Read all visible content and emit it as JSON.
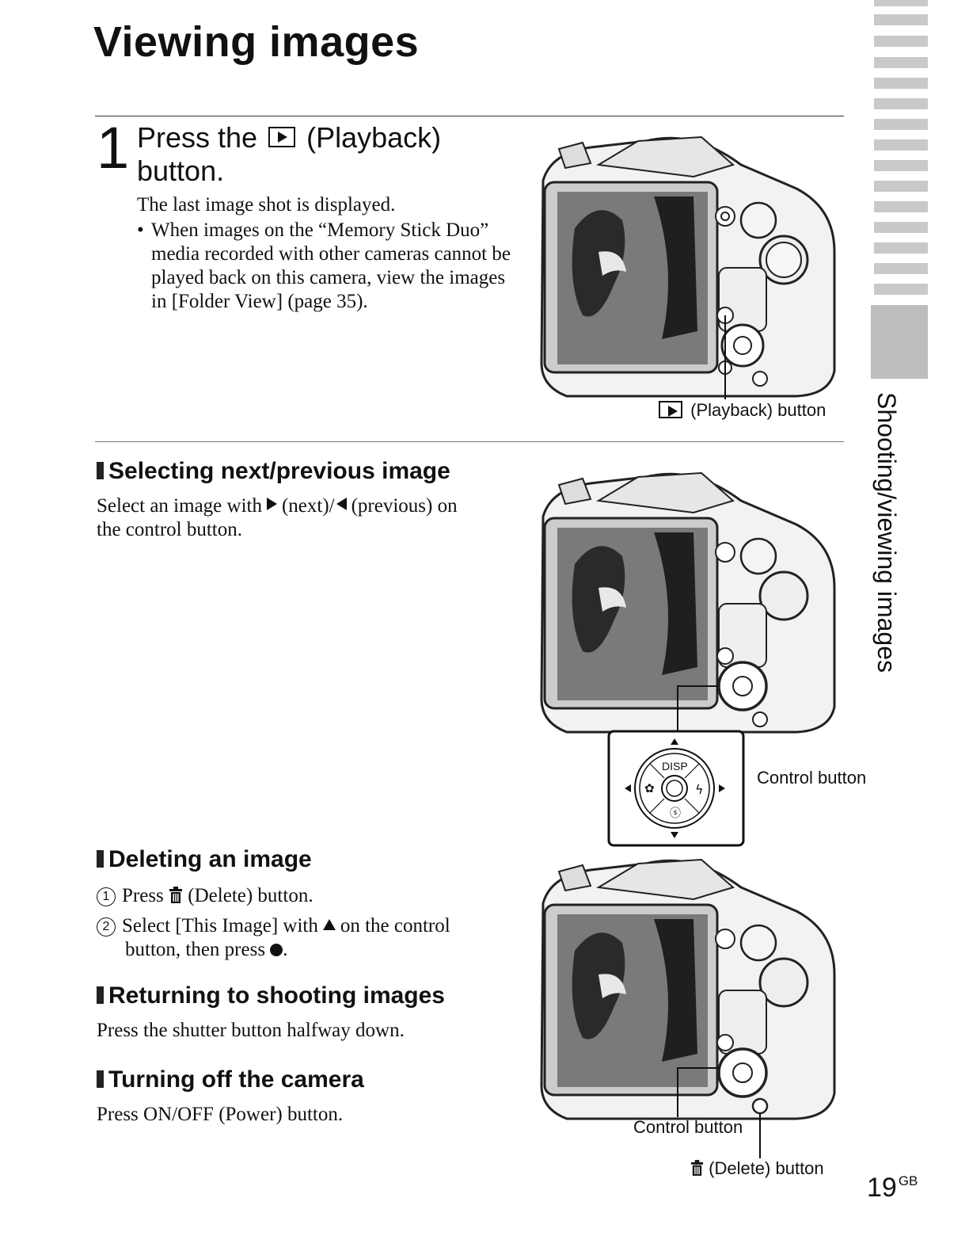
{
  "page": {
    "title": "Viewing images",
    "side_label": "Shooting/viewing images",
    "page_number": "19",
    "page_suffix": "GB"
  },
  "step1": {
    "number": "1",
    "heading_pre": "Press the",
    "heading_post": "(Playback) button.",
    "description": "The last image shot is displayed.",
    "note": "When images on the “Memory Stick Duo” media recorded with other cameras cannot be played back on this camera, view the images in [Folder View] (page 35).",
    "callout": "(Playback) button"
  },
  "select": {
    "heading": "Selecting next/previous image",
    "text_a": "Select an image with",
    "text_b": "(next)/",
    "text_c": "(previous) on",
    "text_d": "the control button.",
    "callout": "Control button",
    "pad_label": "DISP"
  },
  "delete": {
    "heading": "Deleting an image",
    "step1_num": "1",
    "step1_a": "Press",
    "step1_b": "(Delete) button.",
    "step2_num": "2",
    "step2_a": "Select [This Image] with",
    "step2_b": "on the control",
    "step2_c": "button, then press",
    "step2_d": ".",
    "callout_control": "Control button",
    "callout_delete": "(Delete) button"
  },
  "returning": {
    "heading": "Returning to shooting images",
    "text": "Press the shutter button halfway down."
  },
  "turnoff": {
    "heading": "Turning off the camera",
    "text": "Press ON/OFF (Power) button."
  },
  "icons": [
    "playback-icon",
    "trash-icon",
    "next-triangle-icon",
    "prev-triangle-icon",
    "up-triangle-icon",
    "center-dot-icon"
  ]
}
